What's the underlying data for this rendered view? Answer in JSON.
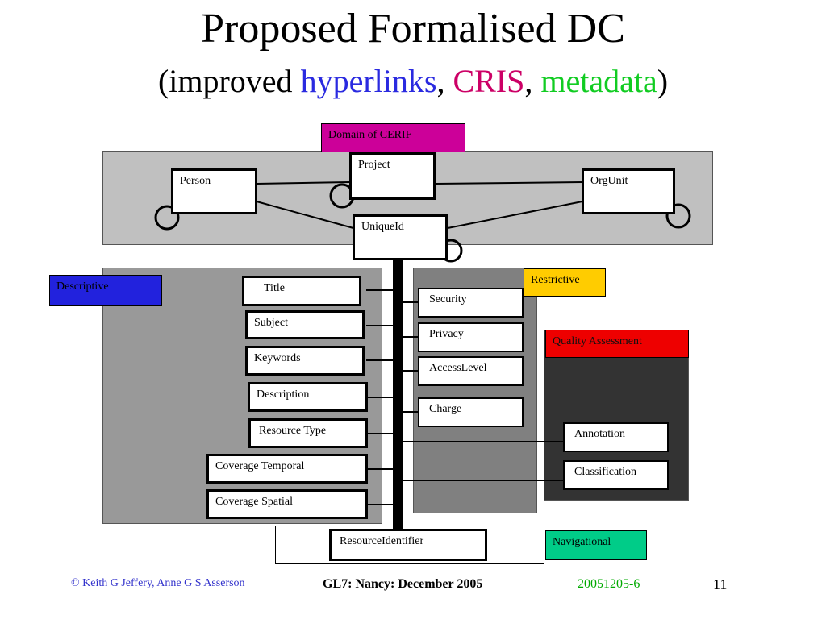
{
  "slide": {
    "title": "Proposed Formalised DC",
    "subtitle_open": "(improved ",
    "subtitle_hyperlinks": "hyperlinks",
    "subtitle_sep1": ", ",
    "subtitle_cris": "CRIS",
    "subtitle_sep2": ", ",
    "subtitle_metadata": "metadata",
    "subtitle_close": ")"
  },
  "diagram": {
    "tags": {
      "domain": "Domain of CERIF",
      "descriptive": "Descriptive",
      "restrictive": "Restrictive",
      "quality": "Quality Assessment",
      "navigational": "Navigational"
    },
    "cerif": {
      "person": "Person",
      "project": "Project",
      "orgunit": "OrgUnit",
      "uniqueid": "UniqueId"
    },
    "descriptive": {
      "title": "Title",
      "subject": "Subject",
      "keywords": "Keywords",
      "description": "Description",
      "resource_type": "Resource Type",
      "coverage_temporal": "Coverage Temporal",
      "coverage_spatial": "Coverage Spatial"
    },
    "restrictive": {
      "security": "Security",
      "privacy": "Privacy",
      "accesslevel": "AccessLevel",
      "charge": "Charge"
    },
    "quality": {
      "annotation": "Annotation",
      "classification": "Classification"
    },
    "navigational": {
      "resource_identifier": "ResourceIdentifier"
    }
  },
  "footer": {
    "copyright": "© Keith G Jeffery, Anne G S Asserson",
    "event": "GL7: Nancy: December 2005",
    "code": "20051205-6",
    "page": "11"
  },
  "colors": {
    "domain_tag": "#cc0099",
    "descriptive_tag": "#2222dd",
    "restrictive_tag": "#ffcc00",
    "quality_tag": "#ee0000",
    "navigational_tag": "#00cc88",
    "cerif_region": "#c0c0c0",
    "descriptive_region": "#999999",
    "restrictive_region": "#808080",
    "quality_region": "#333333",
    "footer_text": "#3333cc",
    "footer_code": "#00aa00"
  }
}
